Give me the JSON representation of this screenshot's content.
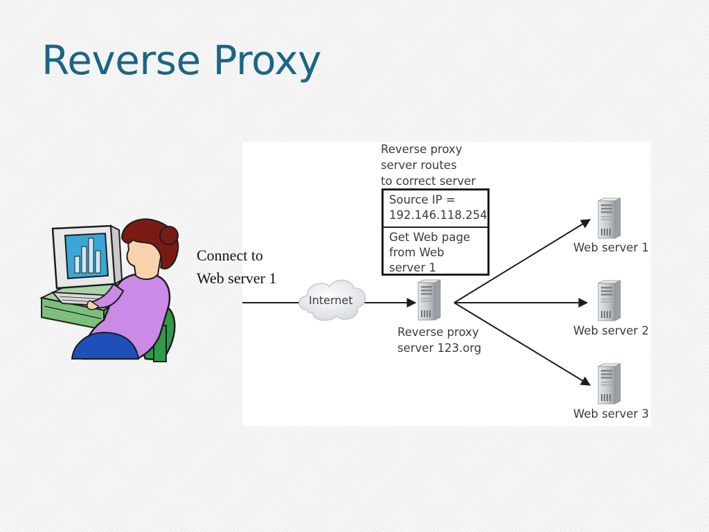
{
  "slide": {
    "title": "Reverse Proxy"
  },
  "user_note": "Connect to\nWeb server 1",
  "diagram": {
    "proxy_note": "Reverse proxy\nserver routes\nto correct server",
    "packet": {
      "header": "Source IP =\n192.146.118.254",
      "body": "Get Web page\nfrom Web\nserver 1"
    },
    "internet_label": "Internet",
    "proxy_label": "Reverse proxy\nserver 123.org",
    "servers": [
      {
        "label": "Web server 1"
      },
      {
        "label": "Web server 2"
      },
      {
        "label": "Web server 3"
      }
    ]
  },
  "colors": {
    "title": "#1b6585",
    "arrow": "#1c1c1c",
    "server_body": "#c8ccd0",
    "cloud": "#e2e5ea"
  },
  "icons": [
    "user-at-computer-clipart",
    "cloud-icon",
    "server-icon"
  ]
}
